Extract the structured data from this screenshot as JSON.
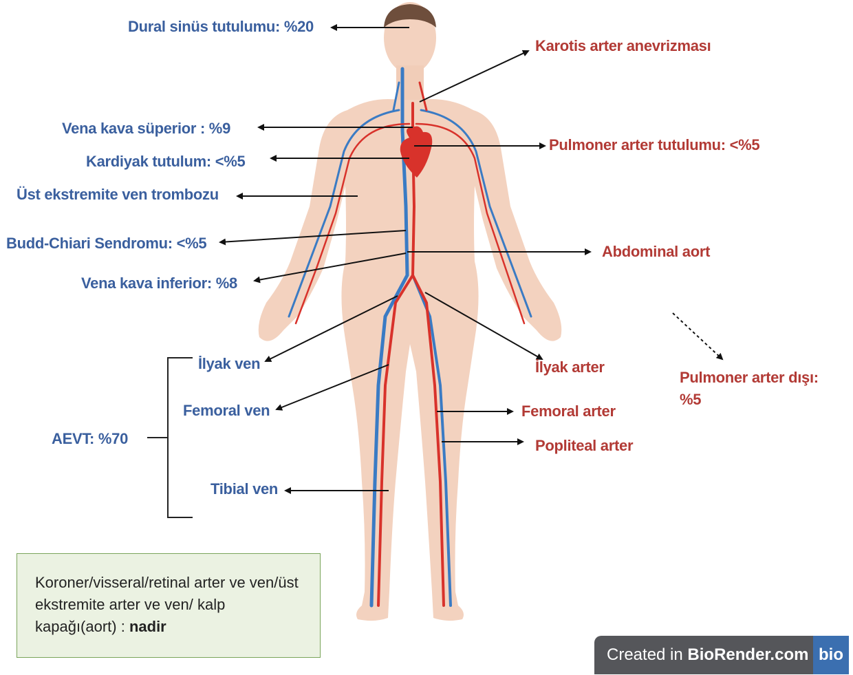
{
  "labels": {
    "dural": "Dural sinüs tutulumu: %20",
    "karotis": "Karotis arter anevrizması",
    "vks": "Vena kava süperior : %9",
    "pulmoner": "Pulmoner arter tutulumu: <%5",
    "kardiyak": "Kardiyak tutulum: <%5",
    "ust_ekstremite": "Üst ekstremite ven trombozu",
    "budd": "Budd-Chiari Sendromu: <%5",
    "abdominal": "Abdominal aort",
    "vki": "Vena kava inferior: %8",
    "ilyak_ven": "İlyak ven",
    "ilyak_arter": "İlyak arter",
    "pulmoner_disi_1": "Pulmoner arter dışı:",
    "pulmoner_disi_2": "%5",
    "femoral_ven": "Femoral ven",
    "femoral_arter": "Femoral arter",
    "aevt": "AEVT: %70",
    "popliteal": "Popliteal arter",
    "tibial": "Tibial ven"
  },
  "note": {
    "text": "Koroner/visseral/retinal arter ve ven/üst ekstremite arter ve ven/ kalp kapağı(aort) : ",
    "emphasis": "nadir"
  },
  "badge": {
    "prefix": "Created in ",
    "brand": "BioRender.com",
    "logo": "bio"
  },
  "colors": {
    "vein": "#3a5f9e",
    "artery": "#b23a35",
    "skin": "#f3d2bf",
    "hair": "#6e4e3c"
  }
}
